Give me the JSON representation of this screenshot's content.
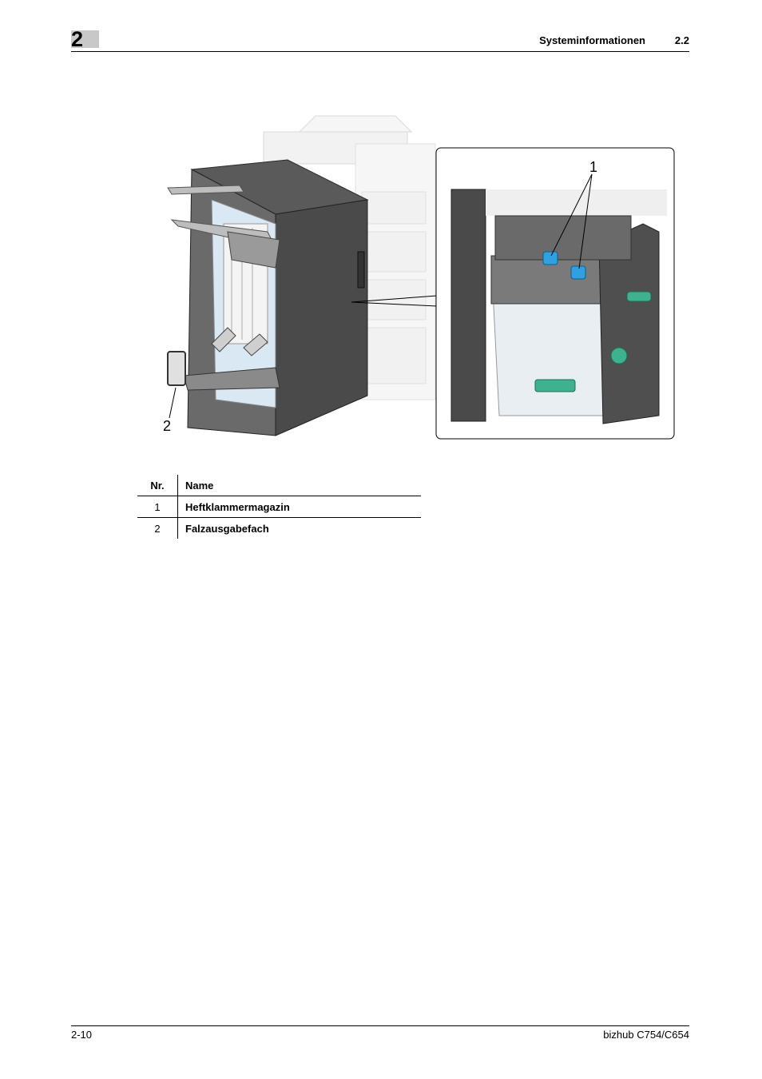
{
  "header": {
    "chapter_number": "2",
    "title": "Systeminformationen",
    "section": "2.2"
  },
  "figure": {
    "callouts": [
      "1",
      "2"
    ]
  },
  "table": {
    "columns": [
      "Nr.",
      "Name"
    ],
    "rows": [
      {
        "nr": "1",
        "name": "Heftklammermagazin"
      },
      {
        "nr": "2",
        "name": "Falzausgabefach"
      }
    ]
  },
  "footer": {
    "page": "2-10",
    "product": "bizhub C754/C654"
  }
}
